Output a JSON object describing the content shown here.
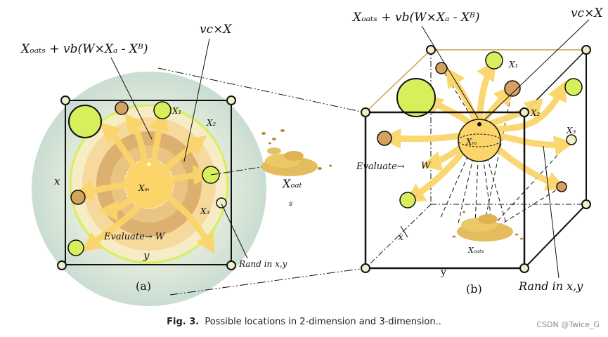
{
  "panel_a": {
    "formula": "Xₒₐₜₛ + vb(W×Xₐ - Xᴮ)",
    "vcx": "vc×X",
    "x1": "X₁",
    "x2": "X₂",
    "x3": "X₃",
    "xm": "Xₘ",
    "xoat": "Xₒₐₜ",
    "s": "s",
    "x_axis": "x",
    "y_axis": "y",
    "evaluate": "Evaluate→  W",
    "rand": "Rand in x,y",
    "tag": "(a)"
  },
  "panel_b": {
    "formula": "Xₒₐₜₛ + vb(W×Xₐ - Xᴮ)",
    "vcx": "vc×X",
    "x1": "X₁",
    "x2": "X₂",
    "x3": "X₃",
    "xm": "Xₘ",
    "xoats": "Xₒₐₜₛ",
    "x_axis": "x",
    "y_axis": "y",
    "evaluate": "Evaluate→",
    "w": "W",
    "rand": "Rand in x,y",
    "tag": "(b)"
  },
  "caption": {
    "label": "Fig. 3.",
    "text": "Possible locations in 2-dimension and 3-dimension.."
  },
  "watermark": "CSDN @Twice_G",
  "colors": {
    "arrow": "#fbd56a",
    "light_green": "#d6ef5a",
    "tan": "#d4a25e",
    "outer_disc": "#cfe2d6",
    "frame": "#111111"
  }
}
